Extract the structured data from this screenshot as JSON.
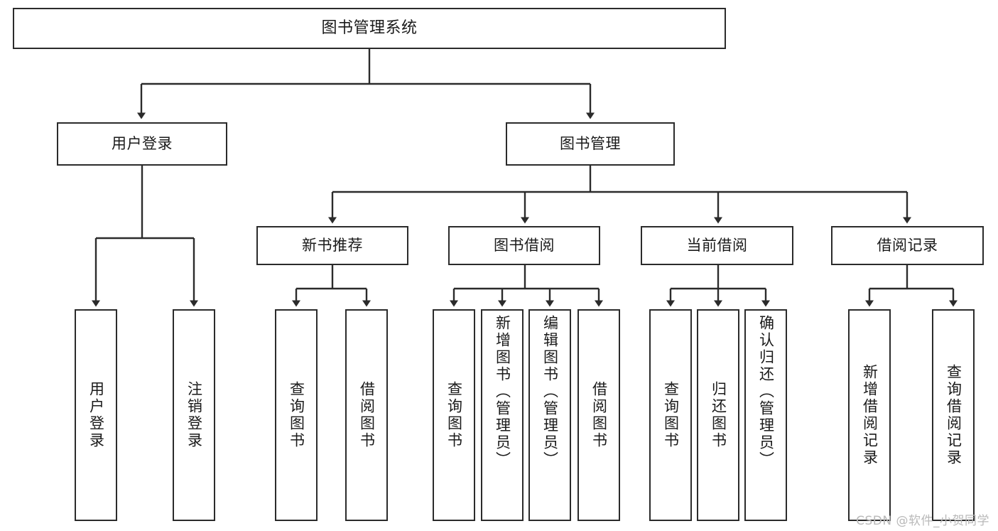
{
  "diagram": {
    "title": "图书管理系统",
    "type": "tree",
    "watermark": "CSDN @软件_小贺同学"
  },
  "nodes": {
    "root": {
      "label": "图书管理系统"
    },
    "level2": [
      {
        "id": "user-login",
        "label": "用户登录"
      },
      {
        "id": "book-manage",
        "label": "图书管理"
      }
    ],
    "level3": [
      {
        "id": "new-book-recommend",
        "label": "新书推荐"
      },
      {
        "id": "book-borrow",
        "label": "图书借阅"
      },
      {
        "id": "current-borrow",
        "label": "当前借阅"
      },
      {
        "id": "borrow-record",
        "label": "借阅记录"
      }
    ],
    "leaves": {
      "user_login": [
        {
          "id": "leaf-user-login",
          "label": "用户登录"
        },
        {
          "id": "leaf-logout-login",
          "label": "注销登录"
        }
      ],
      "new_book_recommend": [
        {
          "id": "leaf-query-book-1",
          "label": "查询图书"
        },
        {
          "id": "leaf-borrow-book-1",
          "label": "借阅图书"
        }
      ],
      "book_borrow": [
        {
          "id": "leaf-query-book-2",
          "label": "查询图书"
        },
        {
          "id": "leaf-add-book",
          "label": "新增图书（管理员）"
        },
        {
          "id": "leaf-edit-book",
          "label": "编辑图书（管理员）"
        },
        {
          "id": "leaf-borrow-book-2",
          "label": "借阅图书"
        }
      ],
      "current_borrow": [
        {
          "id": "leaf-query-book-3",
          "label": "查询图书"
        },
        {
          "id": "leaf-return-book",
          "label": "归还图书"
        },
        {
          "id": "leaf-confirm-return",
          "label": "确认归还（管理员）"
        }
      ],
      "borrow_record": [
        {
          "id": "leaf-add-record",
          "label": "新增借阅记录"
        },
        {
          "id": "leaf-query-record",
          "label": "查询借阅记录"
        }
      ]
    }
  },
  "style": {
    "stroke": "#2b2b2b",
    "fill": "#ffffff",
    "text": "#1a1a1a",
    "watermark_color": "#b9b9b9"
  }
}
